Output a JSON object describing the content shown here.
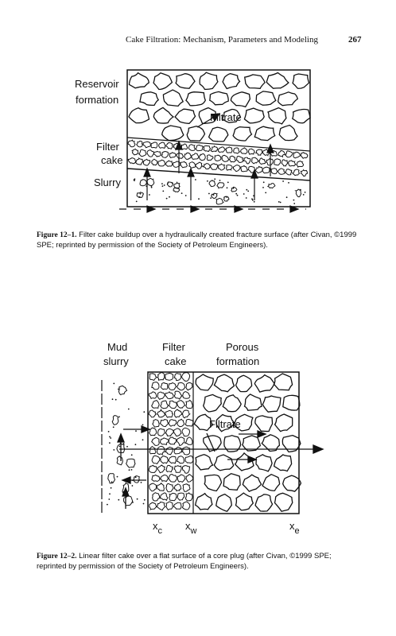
{
  "header": {
    "running_title": "Cake Filtration: Mechanism, Parameters and Modeling",
    "page_number": "267"
  },
  "figure1": {
    "labels": {
      "reservoir_line1": "Reservoir",
      "reservoir_line2": "formation",
      "filter_line1": "Filter",
      "filter_line2": "cake",
      "slurry": "Slurry",
      "filtrate": "Filtrate"
    },
    "caption_label": "Figure 12–1.",
    "caption_text": " Filter cake buildup over a hydraulically created fracture surface (after Civan, ©1999 SPE; reprinted by permission of the Society of Petroleum Engineers)."
  },
  "figure2": {
    "labels": {
      "mud_line1": "Mud",
      "mud_line2": "slurry",
      "filter_line1": "Filter",
      "filter_line2": "cake",
      "porous_line1": "Porous",
      "porous_line2": "formation",
      "filtrate": "Filtrate",
      "xc": "x",
      "xc_sub": "c",
      "xw": "x",
      "xw_sub": "w",
      "xe": "x",
      "xe_sub": "e"
    },
    "caption_label": "Figure 12–2.",
    "caption_text": " Linear filter cake over a flat surface of a core plug (after Civan, ©1999 SPE; reprinted by permission of the Society of Petroleum Engineers)."
  }
}
